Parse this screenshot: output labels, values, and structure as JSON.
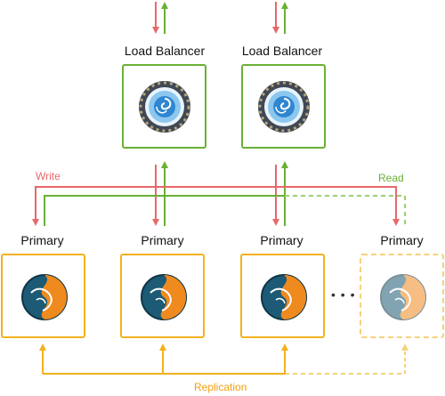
{
  "load_balancers": [
    {
      "title": "Load Balancer"
    },
    {
      "title": "Load Balancer"
    }
  ],
  "databases": [
    {
      "title": "Primary",
      "faded": false
    },
    {
      "title": "Primary",
      "faded": false
    },
    {
      "title": "Primary",
      "faded": false
    },
    {
      "title": "Primary",
      "faded": true
    }
  ],
  "labels": {
    "write": "Write",
    "read": "Read",
    "replication": "Replication",
    "ellipsis": "• • •"
  },
  "colors": {
    "write": "#e8686a",
    "read": "#6ab035",
    "replication": "#f2b21c",
    "replication_faded": "#f5d27a",
    "lb_border": "#6ab035",
    "db_border": "#f2b21c"
  },
  "icons": {
    "load_balancer": "portal-vortex-icon",
    "database": "mysql-dolphin-icon"
  }
}
